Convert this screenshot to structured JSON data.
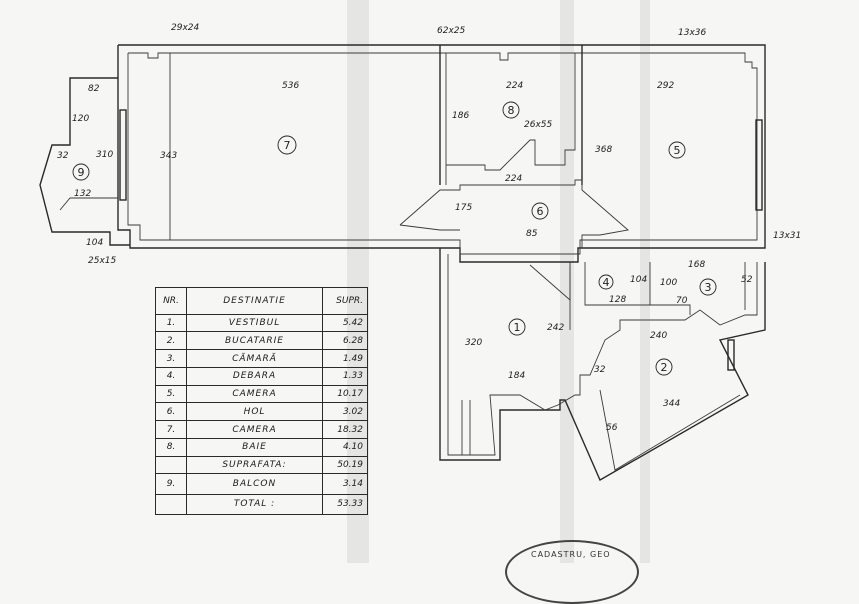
{
  "plan": {
    "rooms": [
      {
        "id": "room-7",
        "num": "7"
      },
      {
        "id": "room-8",
        "num": "8"
      },
      {
        "id": "room-5",
        "num": "5"
      },
      {
        "id": "room-6",
        "num": "6"
      },
      {
        "id": "room-9",
        "num": "9"
      },
      {
        "id": "room-1",
        "num": "1"
      },
      {
        "id": "room-2",
        "num": "2"
      },
      {
        "id": "room-3",
        "num": "3"
      },
      {
        "id": "room-4",
        "num": "4"
      }
    ],
    "dimensions": [
      "29x24",
      "62x25",
      "13x36",
      "536",
      "224",
      "292",
      "82",
      "120",
      "310",
      "32",
      "132",
      "104",
      "25x15",
      "343",
      "186",
      "26x55",
      "368",
      "175",
      "224",
      "85",
      "13x31",
      "168",
      "104",
      "128",
      "100",
      "70",
      "52",
      "242",
      "320",
      "240",
      "184",
      "32",
      "344",
      "56"
    ]
  },
  "legend": {
    "header": {
      "nr": "NR.",
      "dest": "DESTINATIE",
      "supr": "SUPR."
    },
    "rows": [
      {
        "nr": "1.",
        "dest": "VESTIBUL",
        "supr": "5.42"
      },
      {
        "nr": "2.",
        "dest": "BUCATARIE",
        "supr": "6.28"
      },
      {
        "nr": "3.",
        "dest": "CĂMARĂ",
        "supr": "1.49"
      },
      {
        "nr": "4.",
        "dest": "DEBARA",
        "supr": "1.33"
      },
      {
        "nr": "5.",
        "dest": "CAMERA",
        "supr": "10.17"
      },
      {
        "nr": "6.",
        "dest": "HOL",
        "supr": "3.02"
      },
      {
        "nr": "7.",
        "dest": "CAMERA",
        "supr": "18.32"
      },
      {
        "nr": "8.",
        "dest": "BAIE",
        "supr": "4.10"
      }
    ],
    "subtotal": {
      "label": "SUPRAFATA:",
      "value": "50.19"
    },
    "balcon": {
      "nr": "9.",
      "dest": "BALCON",
      "supr": "3.14"
    },
    "total": {
      "label": "TOTAL :",
      "value": "53.33"
    }
  },
  "stamp": {
    "text": "CADASTRU, GEO"
  }
}
